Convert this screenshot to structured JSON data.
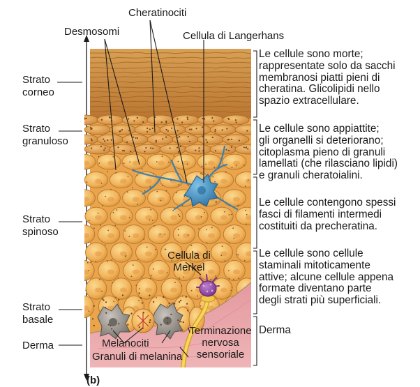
{
  "figure_tag": "(b)",
  "layers": [
    {
      "name_lines": [
        "Strato",
        "corneo"
      ],
      "description": "Le cellule sono morte;\nrappresentate solo da sacchi\nmembranosi piatti pieni di\ncheratina. Glicolipidi nello\nspazio extracellulare."
    },
    {
      "name_lines": [
        "Strato",
        "granuloso"
      ],
      "description": "Le cellule sono appiattite;\ngli organelli si deteriorano;\ncitoplasma pieno di granuli\nlamellati (che rilasciano lipidi)\ne granuli cheratoialini."
    },
    {
      "name_lines": [
        "Strato",
        "spinoso"
      ],
      "description": "Le cellule contengono spessi\nfasci di filamenti intermedi\ncostituiti da precheratina."
    },
    {
      "name_lines": [
        "Strato",
        "basale"
      ],
      "description": "Le cellule sono cellule\nstaminali mitoticamente\nattive; alcune cellule appena\nformate diventano parte\ndegli strati più superficiali."
    },
    {
      "name_lines": [
        "Derma"
      ],
      "description": "Derma"
    }
  ],
  "callouts": {
    "cheratinociti": "Cheratinociti",
    "desmosomi": "Desmosomi",
    "langerhans": "Cellula di Langerhans",
    "merkel_lines": [
      "Cellula di",
      "Merkel"
    ],
    "melanociti": "Melanociti",
    "granuli_melanina": "Granuli di melanina",
    "terminazione_lines": [
      "Terminazione",
      "nervosa",
      "sensoriale"
    ]
  },
  "colors": {
    "corneum": "#c9893c",
    "cell_fill": "#f0b25a",
    "dermis": "#e8a4a8",
    "langerhans": "#3f86b4",
    "merkel": "#8e3fa0",
    "nerve": "#f2c94a",
    "melanocyte": "#8a8680"
  }
}
